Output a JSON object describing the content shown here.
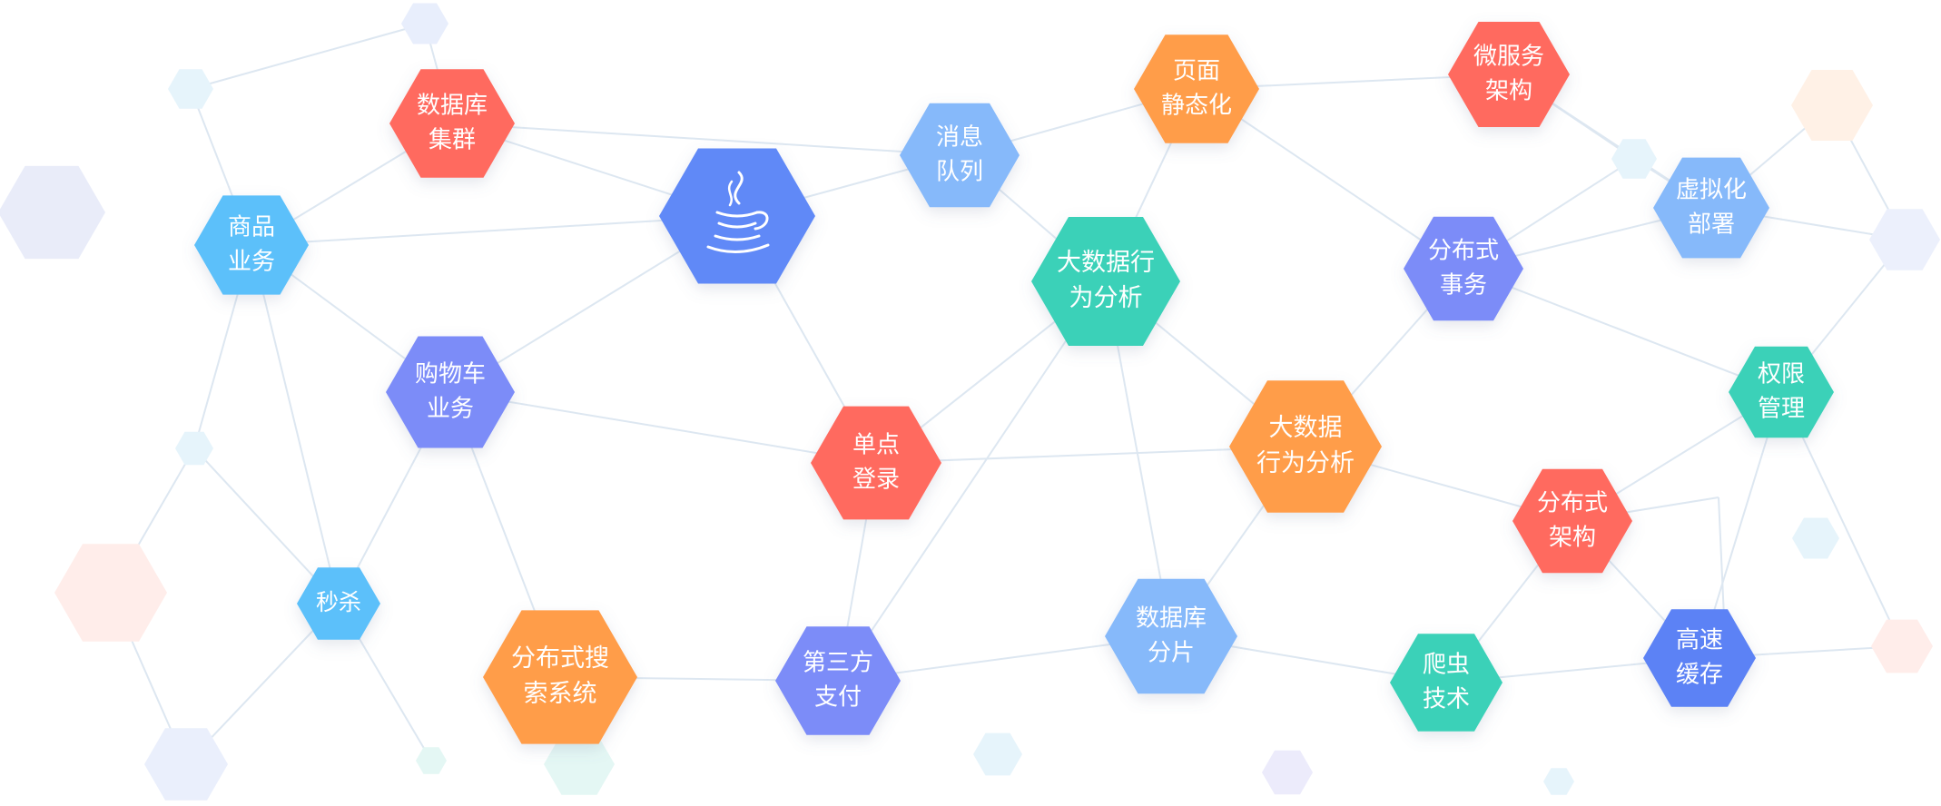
{
  "diagram": {
    "hub": {
      "icon": "java-icon"
    },
    "nodes": [
      {
        "id": "db-cluster",
        "lines": [
          "数据库",
          "集群"
        ],
        "color": "#FF6B5E"
      },
      {
        "id": "product-business",
        "lines": [
          "商品",
          "业务"
        ],
        "color": "#5BC0FA"
      },
      {
        "id": "message-queue",
        "lines": [
          "消息",
          "队列"
        ],
        "color": "#86B9FA"
      },
      {
        "id": "static-page",
        "lines": [
          "页面",
          "静态化"
        ],
        "color": "#FF9D4A"
      },
      {
        "id": "microservice",
        "lines": [
          "微服务",
          "架构"
        ],
        "color": "#FF6B5E"
      },
      {
        "id": "virtualization",
        "lines": [
          "虚拟化",
          "部署"
        ],
        "color": "#86B9FA"
      },
      {
        "id": "distributed-transaction",
        "lines": [
          "分布式",
          "事务"
        ],
        "color": "#7C8CF8"
      },
      {
        "id": "bigdata-behavior",
        "lines": [
          "大数据行",
          "为分析"
        ],
        "color": "#3BD1B8"
      },
      {
        "id": "cart-business",
        "lines": [
          "购物车",
          "业务"
        ],
        "color": "#7C8CF8"
      },
      {
        "id": "sso",
        "lines": [
          "单点",
          "登录"
        ],
        "color": "#FF6B5E"
      },
      {
        "id": "bigdata-analysis",
        "lines": [
          "大数据",
          "行为分析"
        ],
        "color": "#FF9D4A"
      },
      {
        "id": "permission",
        "lines": [
          "权限",
          "管理"
        ],
        "color": "#3BD1B8"
      },
      {
        "id": "seckill",
        "lines": [
          "秒杀"
        ],
        "color": "#5BC0FA"
      },
      {
        "id": "search-system",
        "lines": [
          "分布式搜",
          "索系统"
        ],
        "color": "#FF9D4A"
      },
      {
        "id": "third-party-payment",
        "lines": [
          "第三方",
          "支付"
        ],
        "color": "#7C8CF8"
      },
      {
        "id": "db-sharding",
        "lines": [
          "数据库",
          "分片"
        ],
        "color": "#86B9FA"
      },
      {
        "id": "distributed-architecture",
        "lines": [
          "分布式",
          "架构"
        ],
        "color": "#FF6B5E"
      },
      {
        "id": "crawler",
        "lines": [
          "爬虫",
          "技术"
        ],
        "color": "#3BD1B8"
      },
      {
        "id": "cache",
        "lines": [
          "高速",
          "缓存"
        ],
        "color": "#5B82F5"
      }
    ],
    "colors": {
      "hub": "#6089F7",
      "edge": "#DDE7F1",
      "label": "#FFFFFF"
    }
  }
}
